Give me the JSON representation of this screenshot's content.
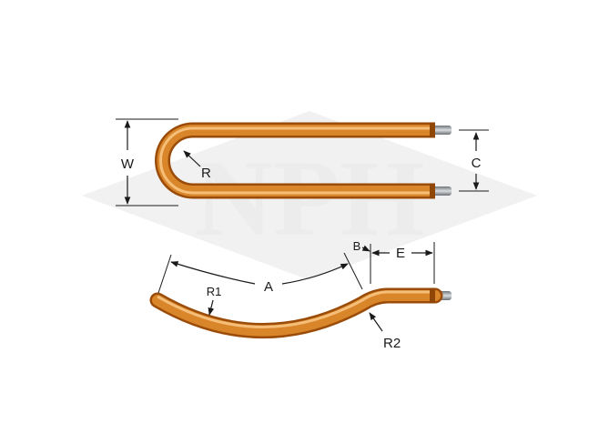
{
  "watermark": {
    "text": "NPH"
  },
  "top_view": {
    "labels": {
      "width": "W",
      "radius": "R",
      "leg_spacing": "C"
    }
  },
  "side_view": {
    "labels": {
      "arc_length": "A",
      "offset": "B",
      "end_length": "E",
      "radius_1": "R1",
      "radius_2": "R2"
    }
  },
  "colors": {
    "tube_dark": "#a9540a",
    "tube_mid": "#dc8a2a",
    "tube_light": "#f7c27a",
    "pin": "#9aa0a6",
    "dimension_line": "#1a1a1a",
    "watermark": "#ececec"
  }
}
